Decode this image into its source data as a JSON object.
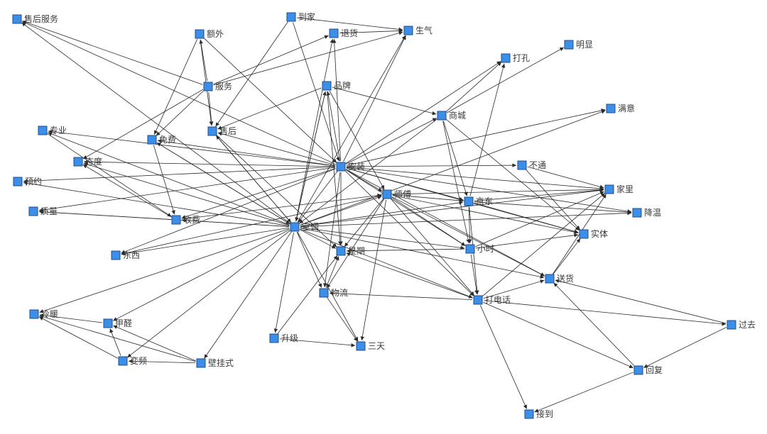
{
  "graph": {
    "node_color": "#3d8ee6",
    "node_border": "#1f4f8a",
    "edge_color": "#2a2a2a",
    "label_color": "#3a3a3a",
    "nodes": [
      {
        "id": "shouhou_fuwu",
        "label": "售后服务"
      },
      {
        "id": "daojia",
        "label": "到家"
      },
      {
        "id": "tuihuo",
        "label": "退货"
      },
      {
        "id": "shengqi",
        "label": "生气"
      },
      {
        "id": "ewai",
        "label": "额外"
      },
      {
        "id": "mingxian",
        "label": "明显"
      },
      {
        "id": "dakong",
        "label": "打孔"
      },
      {
        "id": "fuwu",
        "label": "服务"
      },
      {
        "id": "pinpai",
        "label": "品牌"
      },
      {
        "id": "shangcheng",
        "label": "商城"
      },
      {
        "id": "manyi",
        "label": "满意"
      },
      {
        "id": "zhuanye",
        "label": "专业"
      },
      {
        "id": "shouhou",
        "label": "售后"
      },
      {
        "id": "mianfei",
        "label": "免费"
      },
      {
        "id": "taidu",
        "label": "态度"
      },
      {
        "id": "anzhuang",
        "label": "安装"
      },
      {
        "id": "butong",
        "label": "不通"
      },
      {
        "id": "yuyue",
        "label": "预约"
      },
      {
        "id": "shifu",
        "label": "师傅"
      },
      {
        "id": "jiali",
        "label": "家里"
      },
      {
        "id": "jingdong",
        "label": "京东"
      },
      {
        "id": "zhiliang",
        "label": "质量"
      },
      {
        "id": "jiangwen",
        "label": "降温"
      },
      {
        "id": "shoufei",
        "label": "收费"
      },
      {
        "id": "kongtiao",
        "label": "空调"
      },
      {
        "id": "shiti",
        "label": "实体"
      },
      {
        "id": "xingqi",
        "label": "星期"
      },
      {
        "id": "xiaoshi",
        "label": "小时"
      },
      {
        "id": "dongxi",
        "label": "东西"
      },
      {
        "id": "songhuo",
        "label": "送货"
      },
      {
        "id": "wuliu",
        "label": "物流"
      },
      {
        "id": "dadianhua",
        "label": "打电话"
      },
      {
        "id": "lengnuan",
        "label": "冷暖"
      },
      {
        "id": "jiaquan",
        "label": "甲醛"
      },
      {
        "id": "guoqu",
        "label": "过去"
      },
      {
        "id": "shengji",
        "label": "升级"
      },
      {
        "id": "santian",
        "label": "三天"
      },
      {
        "id": "bianpin",
        "label": "变频"
      },
      {
        "id": "biguashi",
        "label": "壁挂式"
      },
      {
        "id": "huifu",
        "label": "回复"
      },
      {
        "id": "jiedao",
        "label": "接到"
      }
    ],
    "edges": [
      [
        "fuwu",
        "shouhou_fuwu"
      ],
      [
        "fuwu",
        "ewai"
      ],
      [
        "fuwu",
        "tuihuo"
      ],
      [
        "fuwu",
        "shengqi"
      ],
      [
        "fuwu",
        "shouhou"
      ],
      [
        "fuwu",
        "mianfei"
      ],
      [
        "fuwu",
        "taidu"
      ],
      [
        "ewai",
        "mianfei"
      ],
      [
        "ewai",
        "anzhuang"
      ],
      [
        "ewai",
        "shouhou"
      ],
      [
        "daojia",
        "shengqi"
      ],
      [
        "daojia",
        "anzhuang"
      ],
      [
        "daojia",
        "shouhou"
      ],
      [
        "tuihuo",
        "shengqi"
      ],
      [
        "anzhuang",
        "shouhou_fuwu"
      ],
      [
        "anzhuang",
        "tuihuo"
      ],
      [
        "anzhuang",
        "shengqi"
      ],
      [
        "anzhuang",
        "pinpai"
      ],
      [
        "anzhuang",
        "shangcheng"
      ],
      [
        "anzhuang",
        "manyi"
      ],
      [
        "anzhuang",
        "dakong"
      ],
      [
        "anzhuang",
        "zhuanye"
      ],
      [
        "anzhuang",
        "shouhou"
      ],
      [
        "anzhuang",
        "mianfei"
      ],
      [
        "anzhuang",
        "taidu"
      ],
      [
        "anzhuang",
        "butong"
      ],
      [
        "anzhuang",
        "yuyue"
      ],
      [
        "anzhuang",
        "shifu"
      ],
      [
        "anzhuang",
        "jiali"
      ],
      [
        "anzhuang",
        "jingdong"
      ],
      [
        "anzhuang",
        "zhiliang"
      ],
      [
        "anzhuang",
        "jiangwen"
      ],
      [
        "anzhuang",
        "shoufei"
      ],
      [
        "anzhuang",
        "kongtiao"
      ],
      [
        "anzhuang",
        "shiti"
      ],
      [
        "anzhuang",
        "xingqi"
      ],
      [
        "anzhuang",
        "xiaoshi"
      ],
      [
        "anzhuang",
        "dongxi"
      ],
      [
        "anzhuang",
        "songhuo"
      ],
      [
        "anzhuang",
        "wuliu"
      ],
      [
        "anzhuang",
        "dadianhua"
      ],
      [
        "pinpai",
        "shangcheng"
      ],
      [
        "pinpai",
        "shouhou"
      ],
      [
        "pinpai",
        "kongtiao"
      ],
      [
        "pinpai",
        "xingqi"
      ],
      [
        "pinpai",
        "shifu"
      ],
      [
        "shangcheng",
        "dakong"
      ],
      [
        "shangcheng",
        "mingxian"
      ],
      [
        "shangcheng",
        "kongtiao"
      ],
      [
        "shangcheng",
        "jingdong"
      ],
      [
        "shangcheng",
        "shiti"
      ],
      [
        "shangcheng",
        "xiaoshi"
      ],
      [
        "kongtiao",
        "shouhou_fuwu"
      ],
      [
        "kongtiao",
        "tuihuo"
      ],
      [
        "kongtiao",
        "shengqi"
      ],
      [
        "kongtiao",
        "pinpai"
      ],
      [
        "kongtiao",
        "shouhou"
      ],
      [
        "kongtiao",
        "mianfei"
      ],
      [
        "kongtiao",
        "taidu"
      ],
      [
        "kongtiao",
        "yuyue"
      ],
      [
        "kongtiao",
        "zhiliang"
      ],
      [
        "kongtiao",
        "shoufei"
      ],
      [
        "kongtiao",
        "shifu"
      ],
      [
        "kongtiao",
        "jingdong"
      ],
      [
        "kongtiao",
        "jiali"
      ],
      [
        "kongtiao",
        "jiangwen"
      ],
      [
        "kongtiao",
        "xingqi"
      ],
      [
        "kongtiao",
        "xiaoshi"
      ],
      [
        "kongtiao",
        "wuliu"
      ],
      [
        "kongtiao",
        "dongxi"
      ],
      [
        "kongtiao",
        "shengji"
      ],
      [
        "kongtiao",
        "santian"
      ],
      [
        "kongtiao",
        "lengnuan"
      ],
      [
        "kongtiao",
        "jiaquan"
      ],
      [
        "kongtiao",
        "bianpin"
      ],
      [
        "kongtiao",
        "biguashi"
      ],
      [
        "kongtiao",
        "songhuo"
      ],
      [
        "kongtiao",
        "dadianhua"
      ],
      [
        "kongtiao",
        "manyi"
      ],
      [
        "kongtiao",
        "zhuanye"
      ],
      [
        "shifu",
        "jingdong"
      ],
      [
        "shifu",
        "xiaoshi"
      ],
      [
        "shifu",
        "shiti"
      ],
      [
        "shifu",
        "jiali"
      ],
      [
        "shifu",
        "xingqi"
      ],
      [
        "shifu",
        "wuliu"
      ],
      [
        "shifu",
        "santian"
      ],
      [
        "shifu",
        "dadianhua"
      ],
      [
        "shifu",
        "songhuo"
      ],
      [
        "jingdong",
        "jiali"
      ],
      [
        "jingdong",
        "shiti"
      ],
      [
        "jingdong",
        "jiangwen"
      ],
      [
        "jingdong",
        "xiaoshi"
      ],
      [
        "jingdong",
        "dadianhua"
      ],
      [
        "jingdong",
        "dakong"
      ],
      [
        "xiaoshi",
        "jiali"
      ],
      [
        "xiaoshi",
        "shiti"
      ],
      [
        "xiaoshi",
        "xingqi"
      ],
      [
        "xiaoshi",
        "dadianhua"
      ],
      [
        "dadianhua",
        "songhuo"
      ],
      [
        "dadianhua",
        "guoqu"
      ],
      [
        "dadianhua",
        "huifu"
      ],
      [
        "dadianhua",
        "jiedao"
      ],
      [
        "dadianhua",
        "wuliu"
      ],
      [
        "dadianhua",
        "xingqi"
      ],
      [
        "dadianhua",
        "jiali"
      ],
      [
        "guoqu",
        "songhuo"
      ],
      [
        "guoqu",
        "huifu"
      ],
      [
        "huifu",
        "jiedao"
      ],
      [
        "huifu",
        "songhuo"
      ],
      [
        "songhuo",
        "jiali"
      ],
      [
        "songhuo",
        "shiti"
      ],
      [
        "wuliu",
        "santian"
      ],
      [
        "wuliu",
        "xingqi"
      ],
      [
        "shengji",
        "santian"
      ],
      [
        "shengji",
        "xingqi"
      ],
      [
        "bianpin",
        "lengnuan"
      ],
      [
        "bianpin",
        "jiaquan"
      ],
      [
        "biguashi",
        "lengnuan"
      ],
      [
        "biguashi",
        "jiaquan"
      ],
      [
        "biguashi",
        "bianpin"
      ],
      [
        "jiaquan",
        "lengnuan"
      ],
      [
        "mianfei",
        "shoufei"
      ],
      [
        "mianfei",
        "kongtiao"
      ],
      [
        "shoufei",
        "taidu"
      ],
      [
        "shoufei",
        "zhiliang"
      ],
      [
        "shoufei",
        "shifu"
      ],
      [
        "zhuanye",
        "shoufei"
      ],
      [
        "shouhou",
        "xingqi"
      ],
      [
        "shouhou",
        "kongtiao"
      ],
      [
        "dongxi",
        "shifu"
      ],
      [
        "butong",
        "shiti"
      ],
      [
        "butong",
        "jiali"
      ]
    ]
  }
}
